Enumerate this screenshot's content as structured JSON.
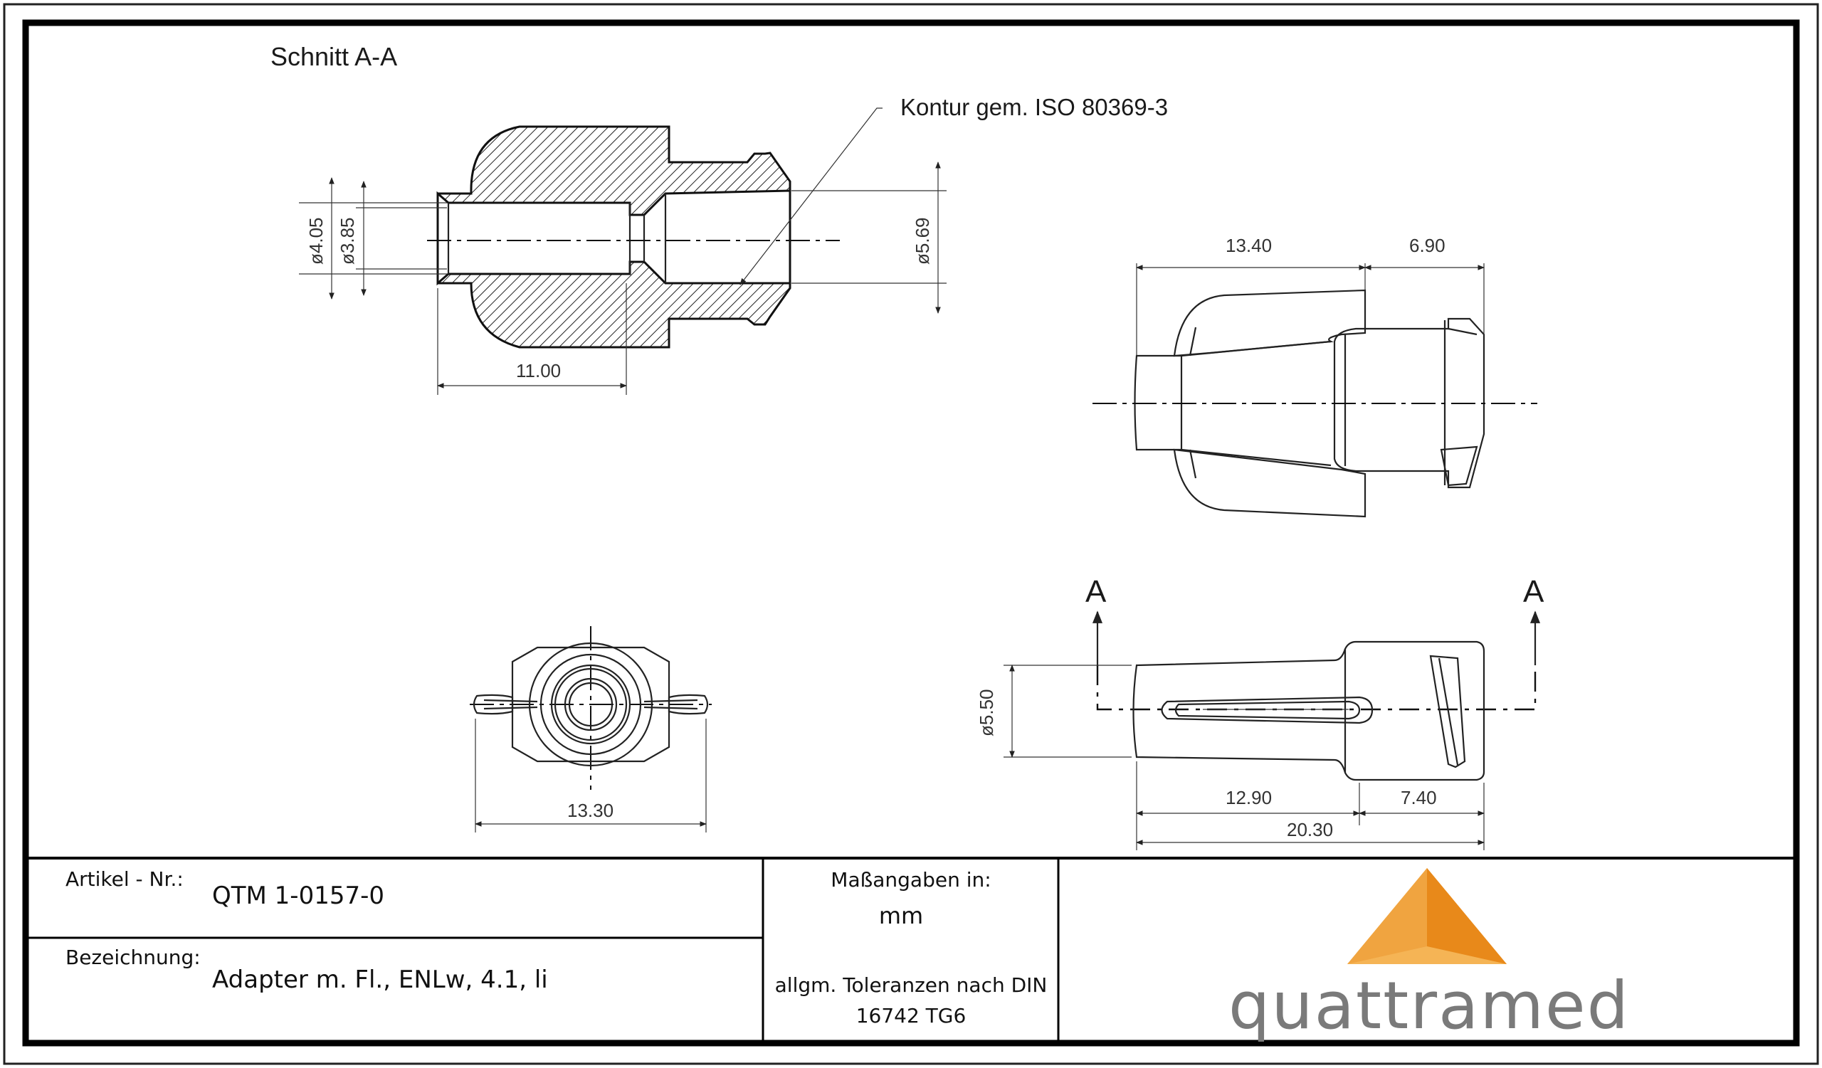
{
  "views": {
    "section_title": "Schnitt  A-A",
    "contour_note": "Kontur  gem.  ISO  80369-3",
    "section_marker_left": "A",
    "section_marker_right": "A"
  },
  "dimensions": {
    "d_405": "ø4.05",
    "d_385": "ø3.85",
    "d_569": "ø5.69",
    "len_1100": "11.00",
    "len_1340": "13.40",
    "len_690": "6.90",
    "width_1330": "13.30",
    "d_550": "ø5.50",
    "len_1290": "12.90",
    "len_740": "7.40",
    "len_2030": "20.30"
  },
  "title_block": {
    "artikel_label": "Artikel - Nr.:",
    "artikel_value": "QTM 1-0157-0",
    "bezeichnung_label": "Bezeichnung:",
    "bezeichnung_value": "Adapter m. Fl., ENLw, 4.1, li",
    "units_label": "Maßangaben in:",
    "units_value": "mm",
    "tolerance_line1": "allgm. Toleranzen nach DIN",
    "tolerance_line2": "16742 TG6",
    "logo_text": "quattramed"
  },
  "colors": {
    "logo_orange_dark": "#e8891a",
    "logo_orange_light": "#f5b455",
    "logo_gray": "#7a7a7a"
  }
}
